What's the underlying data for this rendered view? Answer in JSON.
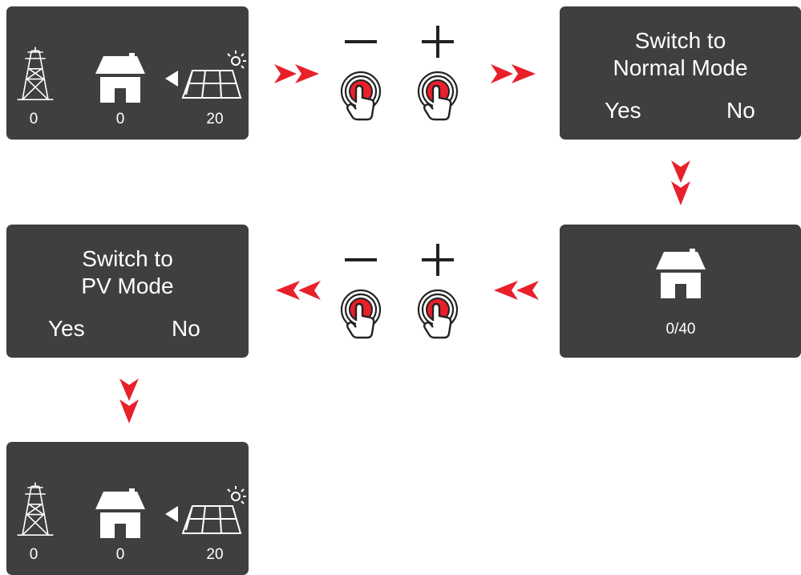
{
  "colors": {
    "screen_bg": "#3f3f3f",
    "arrow": "#e8202a",
    "button_red": "#e8202a",
    "text": "#ffffff"
  },
  "power_screen_top": {
    "icons": [
      "grid-tower-icon",
      "house-icon",
      "flow-arrow-icon",
      "solar-panel-icon"
    ],
    "grid_value": "0",
    "home_value": "0",
    "pv_value": "20"
  },
  "buttons_top": {
    "minus_label": "−",
    "plus_label": "+"
  },
  "normal_dialog": {
    "title_line1": "Switch to",
    "title_line2": "Normal Mode",
    "yes": "Yes",
    "no": "No"
  },
  "home_screen": {
    "icon": "house-icon",
    "value": "0/40"
  },
  "buttons_middle": {
    "minus_label": "−",
    "plus_label": "+"
  },
  "pv_dialog": {
    "title_line1": "Switch to",
    "title_line2": "PV Mode",
    "yes": "Yes",
    "no": "No"
  },
  "power_screen_bottom": {
    "icons": [
      "grid-tower-icon",
      "house-icon",
      "flow-arrow-icon",
      "solar-panel-icon"
    ],
    "grid_value": "0",
    "home_value": "0",
    "pv_value": "20"
  }
}
